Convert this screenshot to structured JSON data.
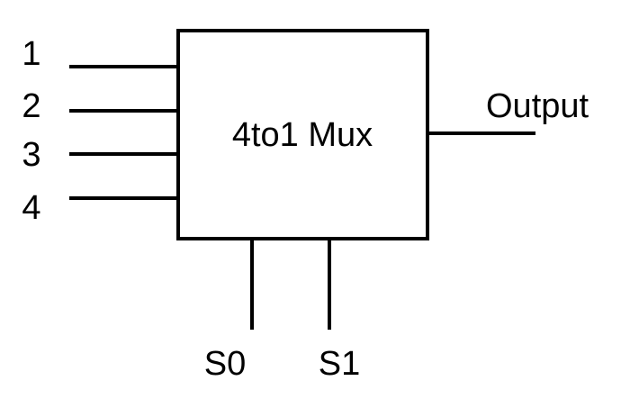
{
  "diagram": {
    "block_label": "4to1 Mux",
    "inputs": [
      "1",
      "2",
      "3",
      "4"
    ],
    "output_label": "Output",
    "selects": [
      "S0",
      "S1"
    ],
    "colors": {
      "stroke": "#000000",
      "background": "#ffffff",
      "text": "#000000"
    }
  }
}
